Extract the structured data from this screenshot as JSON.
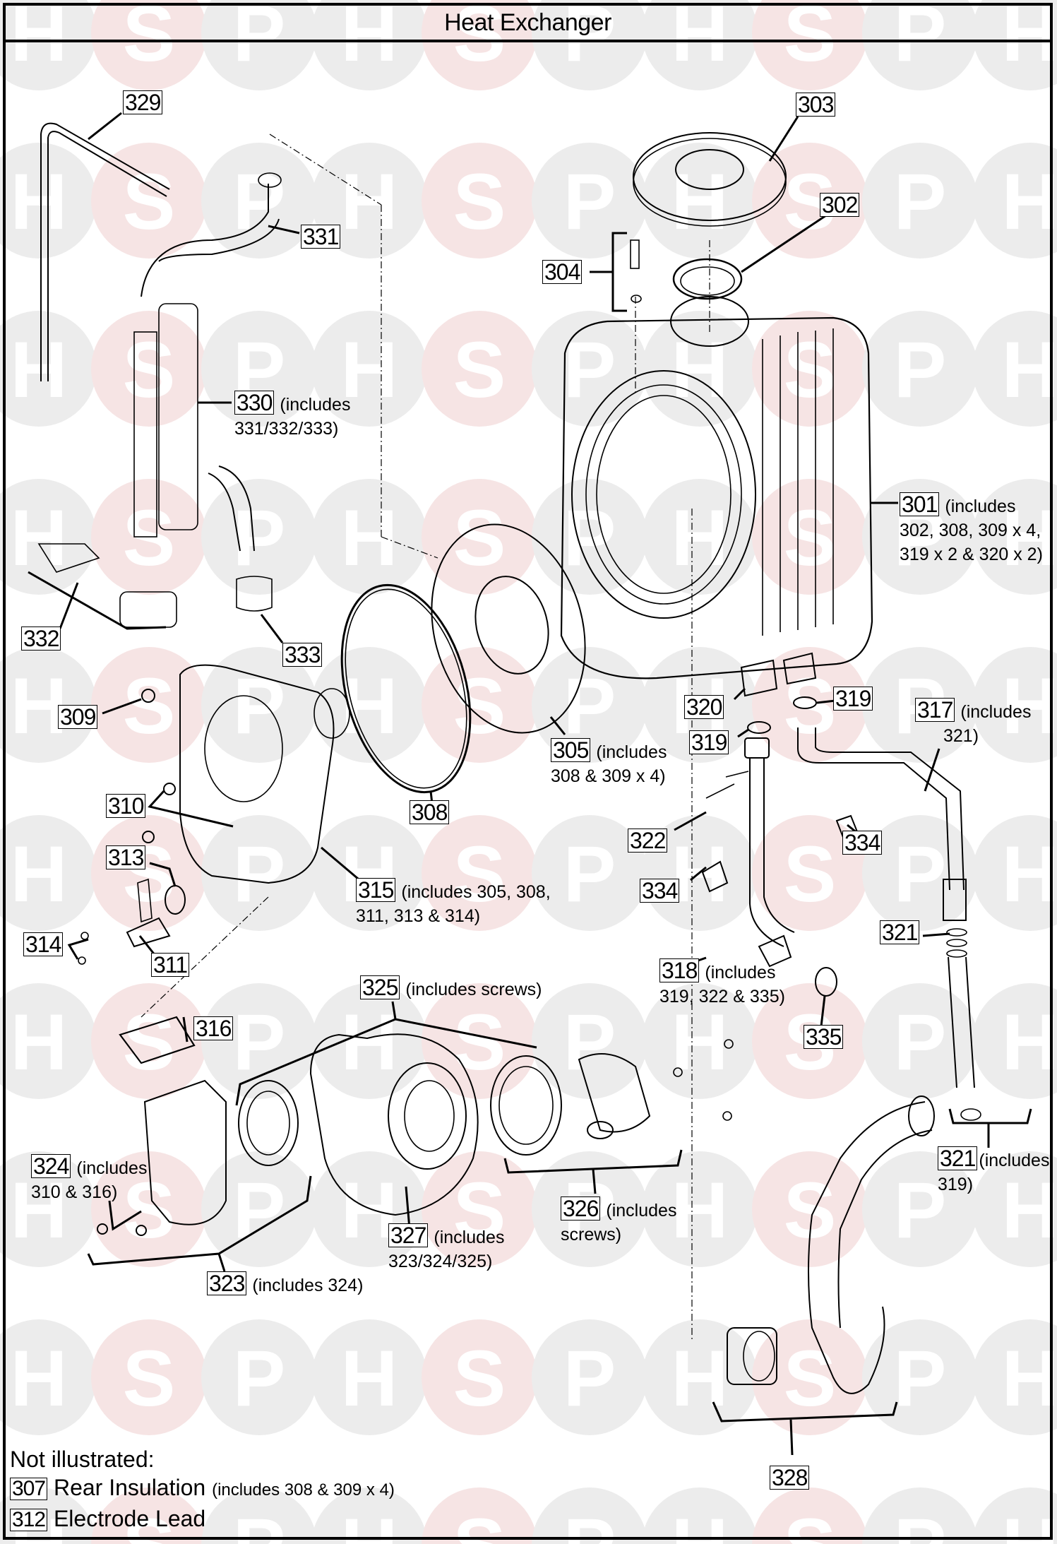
{
  "title": "Heat Exchanger",
  "watermark": {
    "letters": [
      "H",
      "S",
      "P"
    ],
    "colors": {
      "grey_circle": "#ececec",
      "pink_circle": "#f6e4e4",
      "letter": "#ffffff"
    }
  },
  "callouts": [
    {
      "id": "329",
      "number": "329",
      "includes": "",
      "includes_line2": ""
    },
    {
      "id": "331",
      "number": "331",
      "includes": "",
      "includes_line2": ""
    },
    {
      "id": "303",
      "number": "303",
      "includes": "",
      "includes_line2": ""
    },
    {
      "id": "302",
      "number": "302",
      "includes": "",
      "includes_line2": ""
    },
    {
      "id": "304",
      "number": "304",
      "includes": "",
      "includes_line2": ""
    },
    {
      "id": "330",
      "number": "330",
      "includes": "(includes",
      "includes_line2": "331/332/333)"
    },
    {
      "id": "301",
      "number": "301",
      "includes": "(includes",
      "includes_line2": "302, 308, 309 x 4,",
      "includes_line3": "319 x 2 & 320 x 2)"
    },
    {
      "id": "332",
      "number": "332",
      "includes": "",
      "includes_line2": ""
    },
    {
      "id": "333",
      "number": "333",
      "includes": "",
      "includes_line2": ""
    },
    {
      "id": "309",
      "number": "309",
      "includes": "",
      "includes_line2": ""
    },
    {
      "id": "320",
      "number": "320",
      "includes": "",
      "includes_line2": ""
    },
    {
      "id": "319a",
      "number": "319",
      "includes": "",
      "includes_line2": ""
    },
    {
      "id": "317",
      "number": "317",
      "includes": "(includes",
      "includes_line2": "321)"
    },
    {
      "id": "319b",
      "number": "319",
      "includes": "",
      "includes_line2": ""
    },
    {
      "id": "305",
      "number": "305",
      "includes": "(includes",
      "includes_line2": "308 & 309 x 4)"
    },
    {
      "id": "308",
      "number": "308",
      "includes": "",
      "includes_line2": ""
    },
    {
      "id": "310",
      "number": "310",
      "includes": "",
      "includes_line2": ""
    },
    {
      "id": "322",
      "number": "322",
      "includes": "",
      "includes_line2": ""
    },
    {
      "id": "334a",
      "number": "334",
      "includes": "",
      "includes_line2": ""
    },
    {
      "id": "313",
      "number": "313",
      "includes": "",
      "includes_line2": ""
    },
    {
      "id": "315",
      "number": "315",
      "includes": "(includes 305, 308,",
      "includes_line2": "311, 313 & 314)"
    },
    {
      "id": "334b",
      "number": "334",
      "includes": "",
      "includes_line2": ""
    },
    {
      "id": "314",
      "number": "314",
      "includes": "",
      "includes_line2": ""
    },
    {
      "id": "311",
      "number": "311",
      "includes": "",
      "includes_line2": ""
    },
    {
      "id": "321a",
      "number": "321",
      "includes": "",
      "includes_line2": ""
    },
    {
      "id": "318",
      "number": "318",
      "includes": "(includes",
      "includes_line2": "319, 322 & 335)"
    },
    {
      "id": "325",
      "number": "325",
      "includes": "(includes screws)",
      "includes_line2": ""
    },
    {
      "id": "335",
      "number": "335",
      "includes": "",
      "includes_line2": ""
    },
    {
      "id": "316",
      "number": "316",
      "includes": "",
      "includes_line2": ""
    },
    {
      "id": "324",
      "number": "324",
      "includes": "(includes",
      "includes_line2": "310 & 316)"
    },
    {
      "id": "321b",
      "number": "321",
      "includes": "(includes",
      "includes_line2": "319)"
    },
    {
      "id": "326",
      "number": "326",
      "includes": "(includes",
      "includes_line2": "screws)"
    },
    {
      "id": "327",
      "number": "327",
      "includes": "(includes",
      "includes_line2": "323/324/325)"
    },
    {
      "id": "323",
      "number": "323",
      "includes": "(includes 324)",
      "includes_line2": ""
    },
    {
      "id": "328",
      "number": "328",
      "includes": "",
      "includes_line2": ""
    }
  ],
  "not_illustrated": {
    "heading": "Not illustrated:",
    "items": [
      {
        "number": "307",
        "name": "Rear Insulation",
        "note": "(includes 308 & 309 x 4)"
      },
      {
        "number": "312",
        "name": "Electrode Lead",
        "note": ""
      }
    ]
  }
}
